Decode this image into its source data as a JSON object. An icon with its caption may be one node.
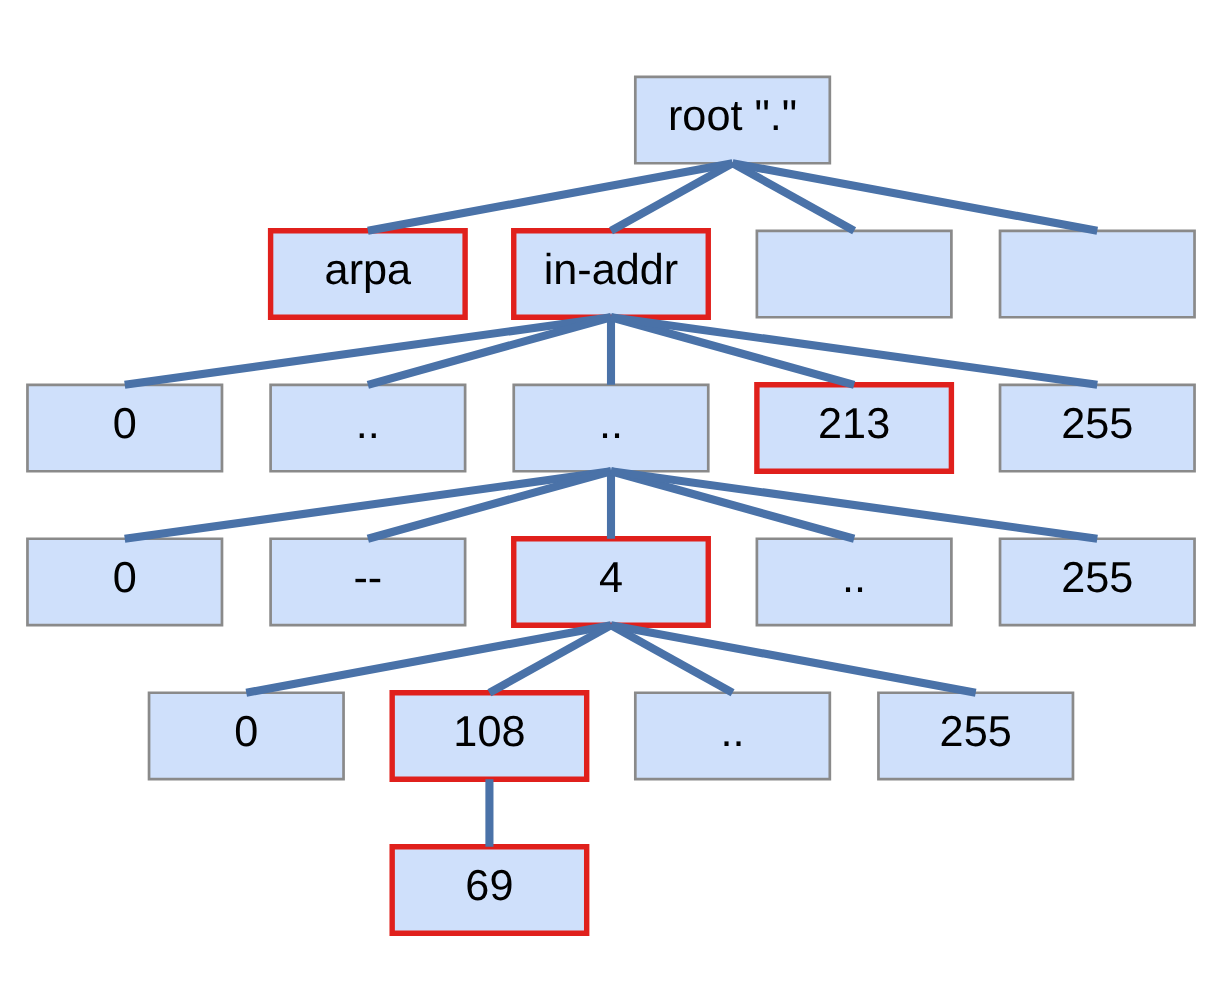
{
  "diagram": {
    "nodes": [
      {
        "text": [
          "root \".\""
        ]
      },
      {
        "text": [
          "arpa"
        ]
      },
      {
        "text": [
          "in-addr"
        ]
      },
      {
        "text": [],
        "shape": "box"
      },
      {
        "text": [],
        "shape": "box"
      },
      {
        "text": [
          "0"
        ]
      },
      {
        "text": [
          ".."
        ]
      },
      {
        "text": [
          ".."
        ]
      },
      {
        "text": [
          "213"
        ]
      },
      {
        "text": [
          "255"
        ]
      },
      {
        "text": [
          "0"
        ]
      },
      {
        "text": [
          "--"
        ]
      },
      {
        "text": [
          "4"
        ]
      },
      {
        "text": [
          ".."
        ]
      },
      {
        "text": [
          "255"
        ]
      },
      {
        "text": [
          "0"
        ]
      },
      {
        "text": [
          "108"
        ]
      },
      {
        "text": [
          ".."
        ]
      },
      {
        "text": [
          "255"
        ]
      },
      {
        "text": [
          "69"
        ]
      }
    ],
    "edges": [
      {
        "from": 0,
        "to": 1,
        "arrow": "none"
      },
      {
        "from": 0,
        "to": 2,
        "arrow": "none"
      },
      {
        "from": 0,
        "to": 3,
        "arrow": "none"
      },
      {
        "from": 0,
        "to": 4,
        "arrow": "none"
      },
      {
        "from": 2,
        "to": 5,
        "arrow": "none"
      },
      {
        "from": 2,
        "to": 6,
        "arrow": "none"
      },
      {
        "from": 2,
        "to": 7,
        "arrow": "none"
      },
      {
        "from": 2,
        "to": 8,
        "arrow": "none"
      },
      {
        "from": 2,
        "to": 9,
        "arrow": "none"
      },
      {
        "from": 7,
        "to": 10,
        "arrow": "none"
      },
      {
        "from": 7,
        "to": 11,
        "arrow": "none"
      },
      {
        "from": 7,
        "to": 12,
        "arrow": "none"
      },
      {
        "from": 7,
        "to": 13,
        "arrow": "none"
      },
      {
        "from": 7,
        "to": 14,
        "arrow": "none"
      },
      {
        "from": 12,
        "to": 15,
        "arrow": "none"
      },
      {
        "from": 12,
        "to": 16,
        "arrow": "none"
      },
      {
        "from": 12,
        "to": 17,
        "arrow": "none"
      },
      {
        "from": 12,
        "to": 18,
        "arrow": "none"
      },
      {
        "from": 16,
        "to": 19,
        "arrow": "none"
      }
    ]
  }
}
